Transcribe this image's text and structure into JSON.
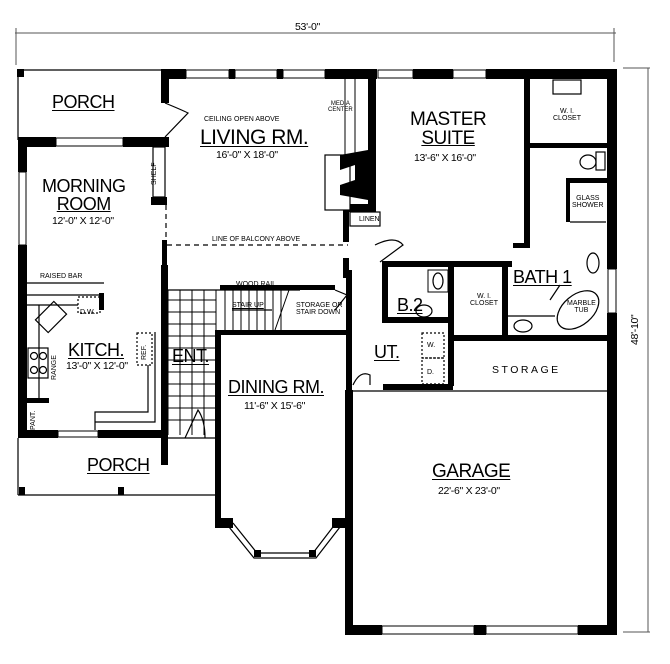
{
  "dimensions": {
    "width": "53'-0\"",
    "depth": "48'-10\""
  },
  "rooms": {
    "porch_top": {
      "name": "PORCH"
    },
    "living": {
      "note": "CEILING OPEN ABOVE",
      "name": "LIVING RM.",
      "size": "16'-0\" X 18'-0\""
    },
    "media_center": {
      "line1": "MEDIA",
      "line2": "CENTER"
    },
    "master": {
      "name_line1": "MASTER",
      "name_line2": "SUITE",
      "size": "13'-6\" X 16'-0\""
    },
    "wi_closet_master": {
      "line1": "W. I.",
      "line2": "CLOSET"
    },
    "glass_shower": {
      "line1": "GLASS",
      "line2": "SHOWER"
    },
    "morning": {
      "name_line1": "MORNING",
      "name_line2": "ROOM",
      "size": "12'-0\" X 12'-0\""
    },
    "shelf": {
      "name": "SHELF"
    },
    "linen": {
      "name": "LINEN"
    },
    "balcony_line": {
      "name": "LINE OF BALCONY ABOVE"
    },
    "raised_bar": {
      "name": "RAISED BAR"
    },
    "dw": {
      "name": "D.W."
    },
    "wood_rail": {
      "name": "WOOD RAIL"
    },
    "stair_up": {
      "name": "STAIR UP"
    },
    "storage_stair": {
      "line1": "STORAGE OR",
      "line2": "STAIR DOWN"
    },
    "bath1": {
      "name": "BATH 1"
    },
    "wi_closet_bath": {
      "line1": "W. I.",
      "line2": "CLOSET"
    },
    "marble_tub": {
      "line1": "MARBLE",
      "line2": "TUB"
    },
    "bath2": {
      "name": "B.2"
    },
    "kitchen": {
      "name": "KITCH.",
      "size": "13'-0\" X 12'-0\""
    },
    "ref": {
      "name": "REF."
    },
    "range": {
      "name": "RANGE"
    },
    "entry": {
      "name": "ENT."
    },
    "utility": {
      "name": "UT."
    },
    "washer": {
      "name": "W."
    },
    "dryer": {
      "name": "D."
    },
    "storage": {
      "name": "STORAGE"
    },
    "dining": {
      "name": "DINING RM.",
      "size": "11'-6\" X 15'-6\""
    },
    "pantry": {
      "name": "PANT."
    },
    "porch_bottom": {
      "name": "PORCH"
    },
    "garage": {
      "name": "GARAGE",
      "size": "22'-6\" X 23'-0\""
    }
  }
}
